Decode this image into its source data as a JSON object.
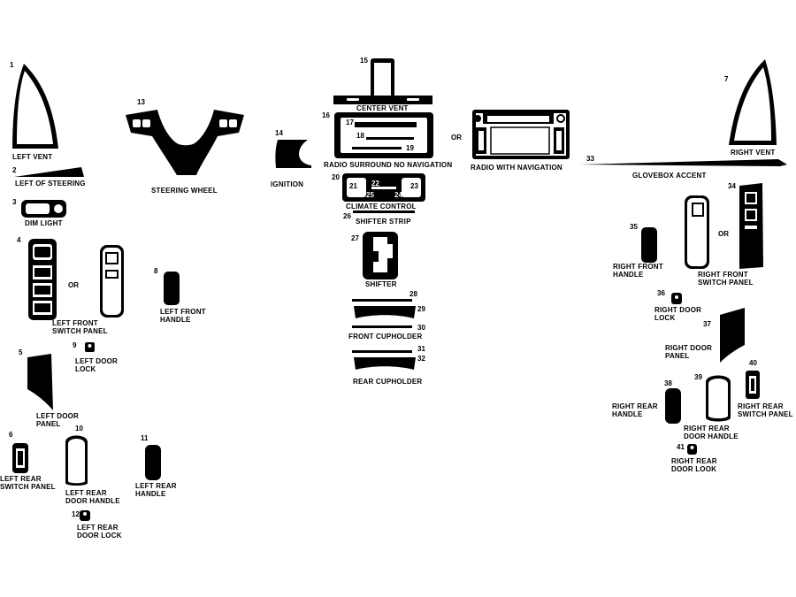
{
  "colors": {
    "part_fill": "#000000",
    "part_highlight": "#ffffff",
    "background": "#ffffff"
  },
  "parts": {
    "p1": {
      "number": "1",
      "label": "LEFT VENT"
    },
    "p2": {
      "number": "2",
      "label": "LEFT OF STEERING"
    },
    "p3": {
      "number": "3",
      "label": "DIM LIGHT"
    },
    "p4": {
      "number": "4",
      "label": "LEFT FRONT\nSWITCH PANEL"
    },
    "p5": {
      "number": "5",
      "label": "LEFT DOOR\nPANEL"
    },
    "p6": {
      "number": "6",
      "label": "LEFT REAR\nSWITCH PANEL"
    },
    "p7": {
      "number": "7",
      "label": "RIGHT VENT"
    },
    "p8": {
      "number": "8",
      "label": "LEFT FRONT\nHANDLE"
    },
    "p9": {
      "number": "9",
      "label": "LEFT DOOR\nLOCK"
    },
    "p10": {
      "number": "10",
      "label": "LEFT REAR\nDOOR HANDLE"
    },
    "p11": {
      "number": "11",
      "label": "LEFT REAR\nHANDLE"
    },
    "p12": {
      "number": "12",
      "label": "LEFT REAR\nDOOR LOCK"
    },
    "p13": {
      "number": "13",
      "label": "STEERING WHEEL"
    },
    "p14": {
      "number": "14",
      "label": "IGNITION"
    },
    "p15": {
      "number": "15",
      "label": "CENTER VENT"
    },
    "p16": {
      "number": "16",
      "label": "RADIO SURROUND NO NAVIGATION"
    },
    "p17": {
      "number": "17"
    },
    "p18": {
      "number": "18"
    },
    "p19": {
      "number": "19"
    },
    "p20": {
      "number": "20",
      "label": "CLIMATE CONTROL"
    },
    "p21": {
      "number": "21"
    },
    "p22": {
      "number": "22"
    },
    "p23": {
      "number": "23"
    },
    "p24": {
      "number": "24"
    },
    "p25": {
      "number": "25"
    },
    "p26": {
      "number": "26",
      "label": "SHIFTER STRIP"
    },
    "p27": {
      "number": "27",
      "label": "SHIFTER"
    },
    "p28": {
      "number": "28"
    },
    "p29": {
      "number": "29"
    },
    "p30": {
      "number": "30",
      "label": "FRONT CUPHOLDER"
    },
    "p31": {
      "number": "31"
    },
    "p32": {
      "number": "32",
      "label": "REAR CUPHOLDER"
    },
    "p33": {
      "number": "33",
      "label": "GLOVEBOX ACCENT"
    },
    "p34": {
      "number": "34",
      "label": "RIGHT FRONT\nSWITCH PANEL"
    },
    "p35": {
      "number": "35",
      "label": "RIGHT FRONT\nHANDLE"
    },
    "p36": {
      "number": "36",
      "label": "RIGHT DOOR\nLOCK"
    },
    "p37": {
      "number": "37",
      "label": "RIGHT DOOR\nPANEL"
    },
    "p38": {
      "number": "38",
      "label": "RIGHT REAR\nHANDLE"
    },
    "p39": {
      "number": "39",
      "label": "RIGHT REAR\nDOOR HANDLE"
    },
    "p40": {
      "number": "40",
      "label": "RIGHT REAR\nSWITCH PANEL"
    },
    "p41": {
      "number": "41",
      "label": "RIGHT REAR\nDOOR LOOK"
    },
    "radio_nav": {
      "label": "RADIO WITH NAVIGATION"
    }
  },
  "or_text": "OR"
}
